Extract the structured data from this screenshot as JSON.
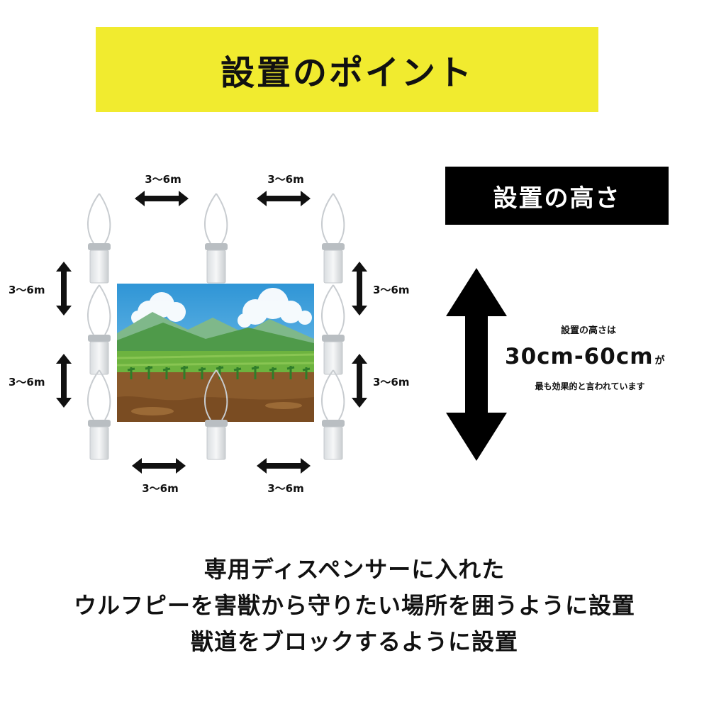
{
  "title": "設置のポイント",
  "height_heading": "設置の高さ",
  "distance_label": "3〜6m",
  "height_info": {
    "line1": "設置の高さは",
    "value": "30cm-60cm",
    "suffix": "が",
    "line3": "最も効果的と言われています"
  },
  "bottom_lines": [
    "専用ディスペンサーに入れた",
    "ウルフピーを害獣から守りたい場所を囲うように設置",
    "獣道をブロックするように設置"
  ],
  "colors": {
    "banner": "#f1eb2f",
    "heading_box": "#000000",
    "sky": "#4aa8e0",
    "field": "#5fa834",
    "soil": "#8a5a2b"
  },
  "icons": [
    "dispenser-icon",
    "double-arrow-icon"
  ]
}
